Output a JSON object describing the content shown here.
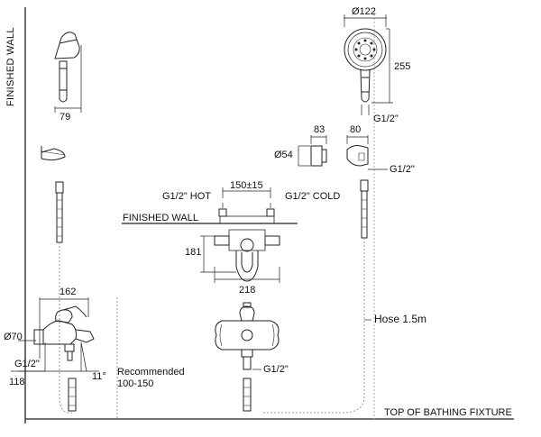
{
  "labels": {
    "finished_wall_vertical": "FINISHED WALL",
    "finished_wall_horizontal": "FINISHED WALL",
    "top_of_bathing_fixture": "TOP OF BATHING FIXTURE",
    "hose": "Hose 1.5m",
    "hot_inlet": "G1/2\" HOT",
    "cold_inlet": "G1/2\" COLD",
    "recommended": "Recommended",
    "recommended_range": "100-150"
  },
  "dimensions": {
    "head_diameter": "Ø122",
    "head_length": "255",
    "hand_shower_width": "79",
    "head_thread": "G1/2\"",
    "holder_width": "80",
    "outlet_depth": "83",
    "outlet_diameter": "Ø54",
    "holder_thread": "G1/2\"",
    "inlet_spacing": "150±15",
    "body_height": "181",
    "body_width": "218",
    "mixer_depth": "162",
    "mixer_diameter": "Ø70",
    "spout_thread": "G1/2\"",
    "spout_height": "118",
    "spout_angle": "11°",
    "outlet_thread": "G1/2\""
  }
}
